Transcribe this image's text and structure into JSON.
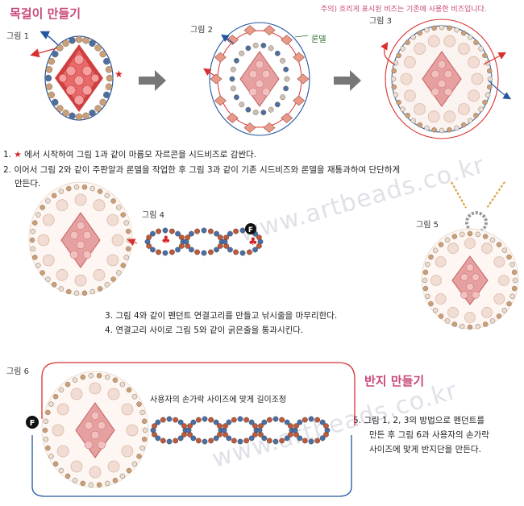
{
  "necklace": {
    "title": "목걸이 만들기"
  },
  "note": "주의) 흐리게 표시된 비즈는 기존에 사용한 비즈입니다.",
  "figures": {
    "fig1": "그림 1",
    "fig2": "그림 2",
    "fig3": "그림 3",
    "fig4": "그림 4",
    "fig5": "그림 5",
    "fig6": "그림 6",
    "rondelle": "론델"
  },
  "steps": {
    "s1_num": "1.",
    "s1": "에서 시작하여 그림 1과 같이 마름모 자르콘을 시드비즈로 감싼다.",
    "s2_num": "2.",
    "s2a": "이어서 그림 2와 같이 주판알과 론델을 작업한 후 그림 3과 같이 기존 시드비즈와 론델을 재통과하여 단단하게",
    "s2b": "만든다.",
    "s3": "3. 그림 4와 같이 펜던트 연결고리를 만들고 낚시줄을 마무리한다.",
    "s4": "4. 연결고리 사이로 그림 5와 같이 굵은줄을 통과시킨다.",
    "s5a": "5. 그림 1, 2, 3의 방법으로 펜던트를",
    "s5b": "만든 후 그림 6과 사용자의 손가락",
    "s5c": "사이즈에 맞게 반지단을 만든다."
  },
  "ring": {
    "title": "반지 만들기",
    "fit_label": "사용자의 손가락 사이즈에 맞게 길이조정"
  },
  "markers": {
    "finish": "F",
    "club": "♣",
    "star": "★"
  },
  "watermark": "www.artbeads.co.kr",
  "colors": {
    "title_pink": "#c8487a",
    "thread_red": "#d83030",
    "thread_blue": "#2255a0",
    "bead_tan": "#c9a07a",
    "bead_blue": "#4a6fa5",
    "crystal_pink": "#e8a0a0",
    "arrow_gray": "#777777"
  }
}
